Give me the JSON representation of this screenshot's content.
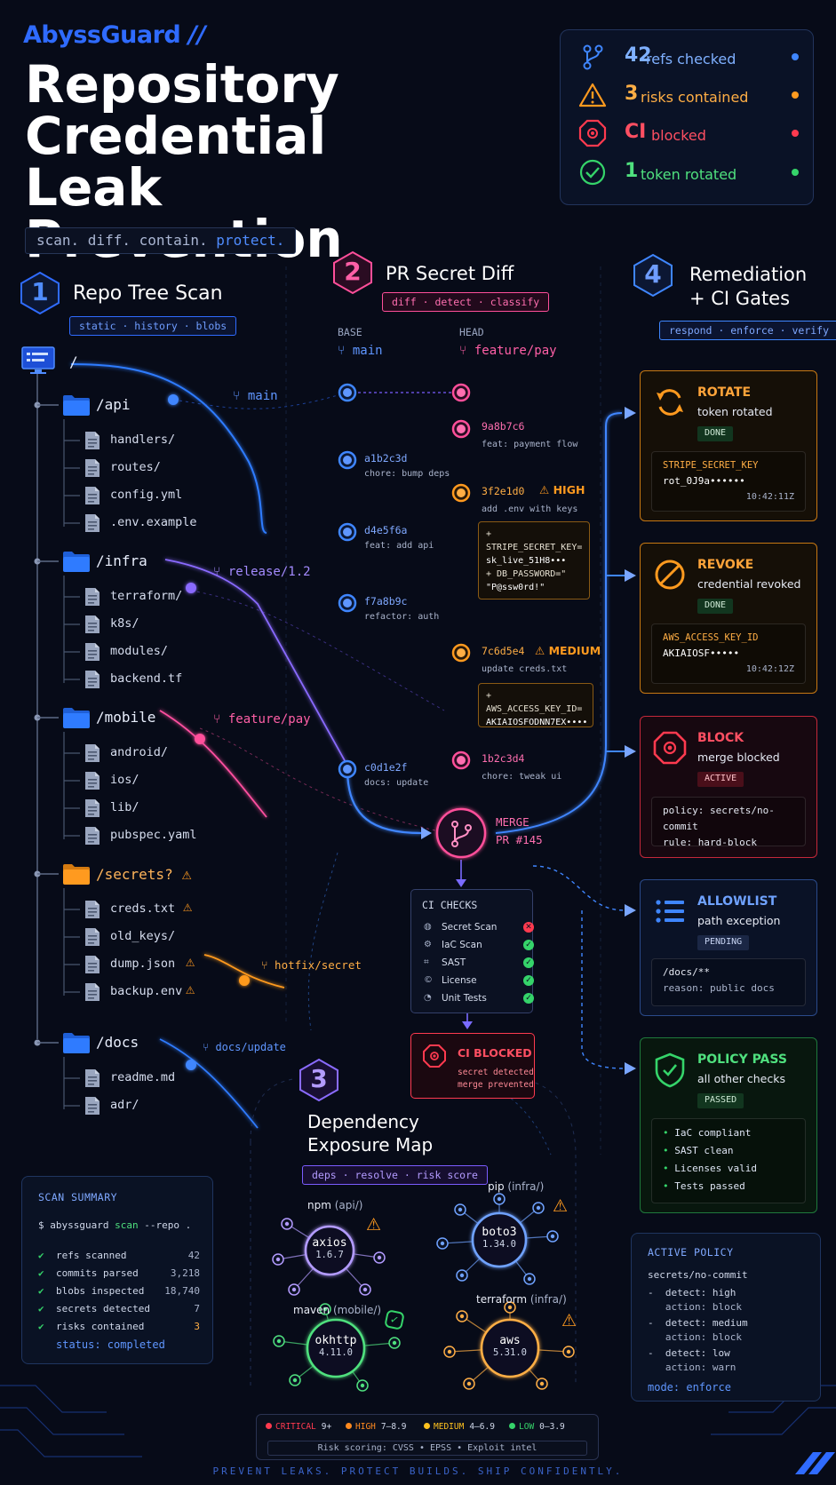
{
  "brand": {
    "name": "AbyssGuard",
    "mark": "//"
  },
  "title": {
    "line1": "Repository",
    "line2": "Credential Leak",
    "line3": "Prevention"
  },
  "tagline": {
    "main": "scan. diff. contain.",
    "accent": "protect."
  },
  "stats": [
    {
      "num": "42",
      "label": "refs checked",
      "color": "#3f86ff",
      "icon": "git-branch-icon"
    },
    {
      "num": "3",
      "label": "risks contained",
      "color": "#ff9a1f",
      "icon": "warning-icon"
    },
    {
      "num": "CI",
      "label": "blocked",
      "color": "#ff3a4f",
      "icon": "stop-icon"
    },
    {
      "num": "1",
      "label": "token rotated",
      "color": "#35d46a",
      "icon": "check-circle-icon"
    }
  ],
  "sections": {
    "s1": {
      "num": "1",
      "title": "Repo Tree Scan",
      "pill": "static · history · blobs"
    },
    "s2": {
      "num": "2",
      "title": "PR Secret Diff",
      "pill": "diff · detect · classify"
    },
    "s3": {
      "num": "3",
      "title1": "Dependency",
      "title2": "Exposure Map",
      "pill": "deps · resolve · risk score"
    },
    "s4": {
      "num": "4",
      "title1": "Remediation",
      "title2": "+ CI Gates",
      "pill": "respond · enforce · verify"
    }
  },
  "tree": {
    "root": "/",
    "folders": [
      {
        "name": "/api",
        "files": [
          "handlers/",
          "routes/",
          "config.yml",
          ".env.example"
        ]
      },
      {
        "name": "/infra",
        "files": [
          "terraform/",
          "k8s/",
          "modules/",
          "backend.tf"
        ]
      },
      {
        "name": "/mobile",
        "files": [
          "android/",
          "ios/",
          "lib/",
          "pubspec.yaml"
        ]
      },
      {
        "name": "/secrets?",
        "files": [
          "creds.txt",
          "old_keys/",
          "dump.json",
          "backup.env"
        ]
      },
      {
        "name": "/docs",
        "files": [
          "readme.md",
          "adr/"
        ]
      }
    ],
    "branches": [
      "main",
      "release/1.2",
      "feature/pay",
      "hotfix/secret",
      "docs/update"
    ]
  },
  "diff": {
    "base_label": "BASE",
    "head_label": "HEAD",
    "base_branch": "main",
    "head_branch": "feature/pay",
    "base_commits": [
      {
        "hash": "a1b2c3d",
        "msg": "chore: bump deps"
      },
      {
        "hash": "d4e5f6a",
        "msg": "feat: add api"
      },
      {
        "hash": "f7a8b9c",
        "msg": "refactor: auth"
      },
      {
        "hash": "c0d1e2f",
        "msg": "docs: update"
      }
    ],
    "head_commits": [
      {
        "hash": "9a8b7c6",
        "msg": "feat: payment flow"
      },
      {
        "hash": "3f2e1d0",
        "msg": "add .env with keys",
        "severity": "HIGH"
      },
      {
        "hash": "7c6d5e4",
        "msg": "update creds.txt",
        "severity": "MEDIUM"
      },
      {
        "hash": "1b2c3d4",
        "msg": "chore: tweak ui"
      }
    ],
    "diff_high": [
      "+ STRIPE_SECRET_KEY=",
      "  sk_live_51H8•••",
      "+ DB_PASSWORD=\"",
      "  \"P@ssw0rd!\""
    ],
    "diff_medium": [
      "+ AWS_ACCESS_KEY_ID=",
      "  AKIAIOSFODNN7EX••••"
    ],
    "merge": {
      "label": "MERGE",
      "pr": "PR #145"
    }
  },
  "ci": {
    "title": "CI CHECKS",
    "checks": [
      {
        "name": "Secret Scan",
        "status": "fail",
        "icon": "secret-scan-icon"
      },
      {
        "name": "IaC Scan",
        "status": "pass",
        "icon": "iac-scan-icon"
      },
      {
        "name": "SAST",
        "status": "pass",
        "icon": "sast-icon"
      },
      {
        "name": "License",
        "status": "pass",
        "icon": "license-icon"
      },
      {
        "name": "Unit Tests",
        "status": "pass",
        "icon": "unit-tests-icon"
      }
    ],
    "blocked": {
      "title": "CI BLOCKED",
      "line1": "secret detected",
      "line2": "merge prevented"
    }
  },
  "remediation": [
    {
      "title": "ROTATE",
      "sub": "token rotated",
      "badge": "DONE",
      "key": "STRIPE_SECRET_KEY",
      "val": "rot_0J9a••••••",
      "time": "10:42:11Z",
      "color": "#ff9a1f"
    },
    {
      "title": "REVOKE",
      "sub": "credential revoked",
      "badge": "DONE",
      "key": "AWS_ACCESS_KEY_ID",
      "val": "AKIAIOSF•••••",
      "time": "10:42:12Z",
      "color": "#ff9a1f"
    },
    {
      "title": "BLOCK",
      "sub": "merge blocked",
      "badge": "ACTIVE",
      "line1": "policy: secrets/no-commit",
      "line2": "rule: hard-block",
      "color": "#ff3a4f"
    },
    {
      "title": "ALLOWLIST",
      "sub": "path exception",
      "badge": "PENDING",
      "line1": "/docs/**",
      "line2": "reason: public docs",
      "color": "#3f86ff"
    },
    {
      "title": "POLICY PASS",
      "sub": "all other checks",
      "badge": "PASSED",
      "items": [
        "IaC compliant",
        "SAST clean",
        "Licenses valid",
        "Tests passed"
      ],
      "color": "#35d46a"
    }
  ],
  "deps": [
    {
      "eco": "npm",
      "path": "(api/)",
      "pkg": "axios",
      "ver": "1.6.7",
      "status": "warning"
    },
    {
      "eco": "pip",
      "path": "(infra/)",
      "pkg": "boto3",
      "ver": "1.34.0",
      "status": "warning"
    },
    {
      "eco": "maven",
      "path": "(mobile/)",
      "pkg": "okhttp",
      "ver": "4.11.0",
      "status": "ok"
    },
    {
      "eco": "terraform",
      "path": "(infra/)",
      "pkg": "aws",
      "ver": "5.31.0",
      "status": "warning"
    }
  ],
  "summary": {
    "title": "SCAN SUMMARY",
    "cmd_prefix": "$ abyssguard",
    "cmd_verb": "scan",
    "cmd_args": "--repo .",
    "rows": [
      {
        "label": "refs scanned",
        "value": "42"
      },
      {
        "label": "commits parsed",
        "value": "3,218"
      },
      {
        "label": "blobs inspected",
        "value": "18,740"
      },
      {
        "label": "secrets detected",
        "value": "7"
      },
      {
        "label": "risks contained",
        "value": "3"
      }
    ],
    "status": "status: completed"
  },
  "policy": {
    "title": "ACTIVE POLICY",
    "name": "secrets/no-commit",
    "rules": [
      {
        "detect": "-  detect: high",
        "action": "   action: block"
      },
      {
        "detect": "-  detect: medium",
        "action": "   action: block"
      },
      {
        "detect": "-  detect: low",
        "action": "   action: warn"
      }
    ],
    "mode": "mode: enforce"
  },
  "legend": {
    "items": [
      {
        "name": "CRITICAL",
        "range": "9+",
        "color": "#ff3a4f"
      },
      {
        "name": "HIGH",
        "range": "7–8.9",
        "color": "#ff8a1f"
      },
      {
        "name": "MEDIUM",
        "range": "4–6.9",
        "color": "#ffc21f"
      },
      {
        "name": "LOW",
        "range": "0–3.9",
        "color": "#35d46a"
      }
    ],
    "note": "Risk scoring: CVSS • EPSS • Exploit intel"
  },
  "footer": "PREVENT LEAKS. PROTECT BUILDS. SHIP CONFIDENTLY."
}
